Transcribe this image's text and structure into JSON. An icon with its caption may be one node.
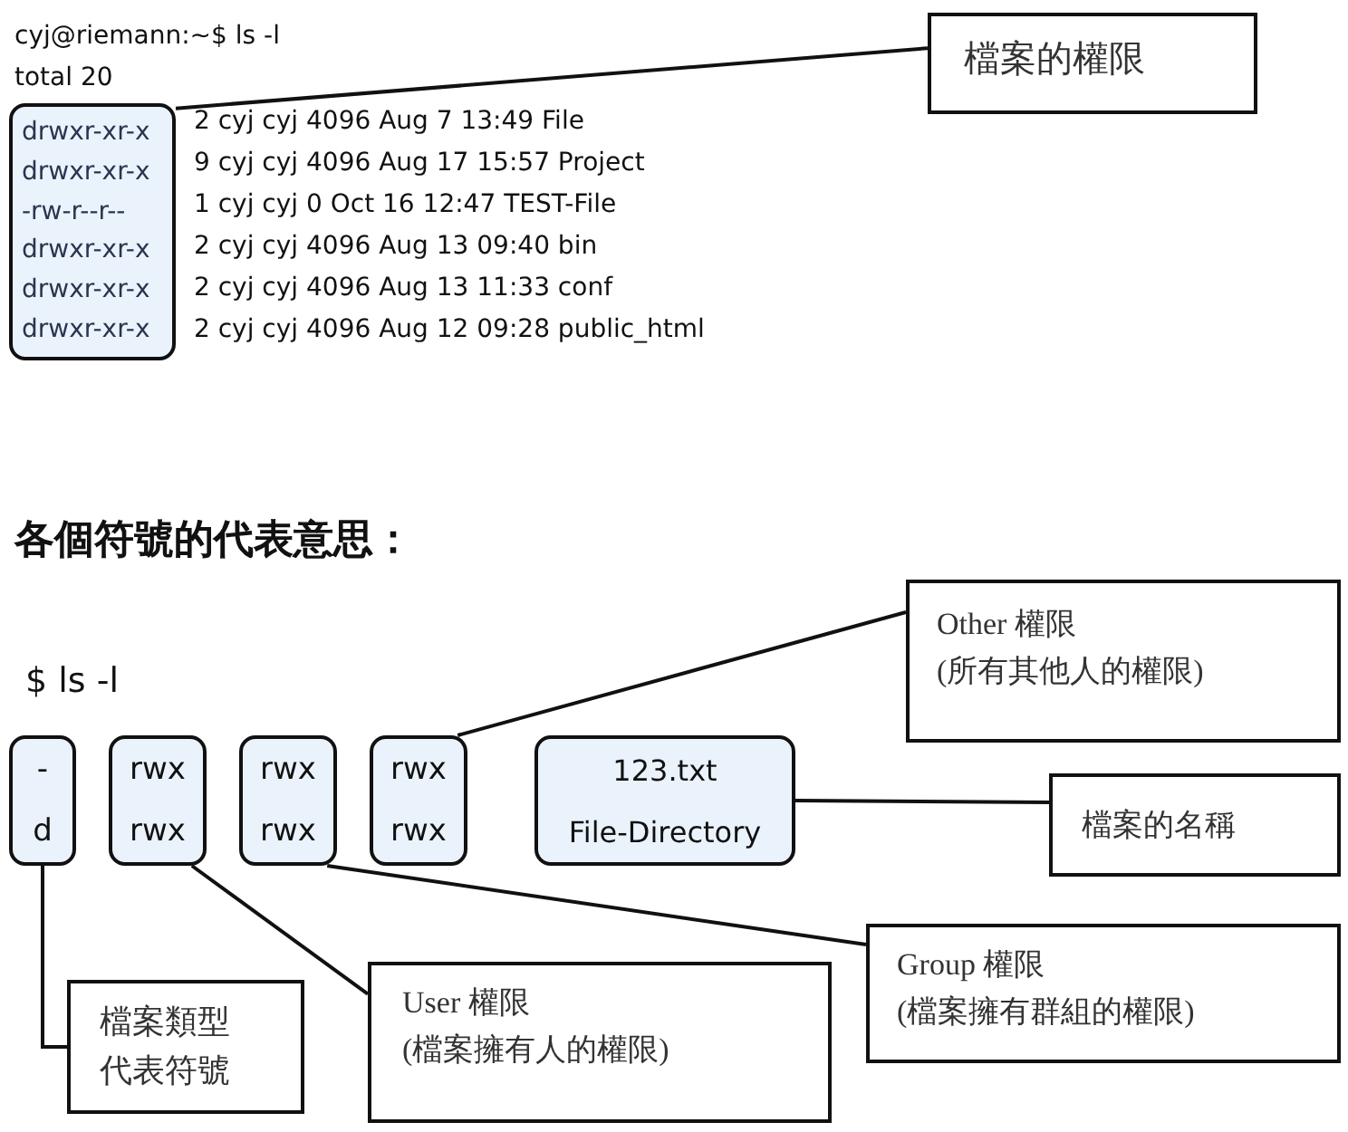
{
  "diagram": {
    "nodes": [
      {
        "text": [
          "drwxr-xr-x",
          "drwxr-xr-x",
          "-rw-r--r--",
          "drwxr-xr-x",
          "drwxr-xr-x",
          "drwxr-xr-x"
        ]
      },
      {
        "text": [
          "檔案的權限"
        ]
      },
      {
        "text": [
          "-",
          "d"
        ]
      },
      {
        "text": [
          "rwx",
          "rwx"
        ]
      },
      {
        "text": [
          "rwx",
          "rwx"
        ]
      },
      {
        "text": [
          "rwx",
          "rwx"
        ]
      },
      {
        "text": [
          "123.txt",
          "File-Directory"
        ]
      },
      {
        "text": [
          "Other 權限",
          "(所有其他人的權限)"
        ]
      },
      {
        "text": [
          "檔案的名稱"
        ]
      },
      {
        "text": [
          "Group 權限",
          "(檔案擁有群組的權限)"
        ]
      },
      {
        "text": [
          "User 權限",
          "(檔案擁有人的權限)"
        ]
      },
      {
        "text": [
          "檔案類型代表符號"
        ]
      }
    ],
    "edges": [
      {
        "from": 0,
        "to": 1,
        "arrow": "none"
      },
      {
        "from": 5,
        "to": 7,
        "arrow": "none"
      },
      {
        "from": 6,
        "to": 8,
        "arrow": "none"
      },
      {
        "from": 4,
        "to": 9,
        "arrow": "none"
      },
      {
        "from": 3,
        "to": 10,
        "arrow": "none"
      },
      {
        "from": 2,
        "to": 11,
        "arrow": "none"
      }
    ],
    "labels": [
      "cyj@riemann:~$ ls -l",
      "total 20",
      "2 cyj cyj 4096 Aug 7 13:49 File",
      "9 cyj cyj 4096 Aug 17 15:57 Project",
      "1 cyj cyj 0 Oct 16 12:47 TEST-File",
      "2 cyj cyj 4096 Aug 13 09:40 bin",
      "2 cyj cyj 4096 Aug 13 11:33 conf",
      "2 cyj cyj 4096 Aug 12 09:28 public_html",
      "各個符號的代表意思：",
      "$ ls -l"
    ]
  }
}
